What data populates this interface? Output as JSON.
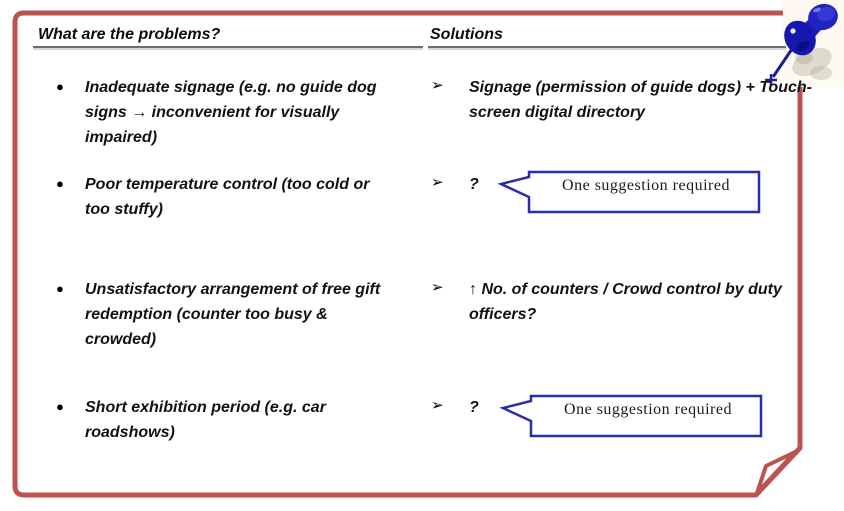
{
  "slide": {
    "headers": {
      "problems": "What are the problems?",
      "solutions": "Solutions"
    },
    "markers": {
      "bullet": "●",
      "chevron": "➢"
    },
    "rows": [
      {
        "problem": "Inadequate signage (e.g. no guide dog signs  →  inconvenient for visually impaired)",
        "solution": "Signage (permission of guide dogs) + Touch-screen digital directory"
      },
      {
        "problem": "Poor temperature control (too cold or too stuffy)",
        "solution": "?"
      },
      {
        "problem": "Unsatisfactory arrangement of free gift redemption (counter too busy & crowded)",
        "solution": "↑ No. of counters / Crowd control by duty officers?"
      },
      {
        "problem": "Short exhibition period (e.g. car roadshows)",
        "solution": "?"
      }
    ],
    "callouts": [
      {
        "text": "One suggestion required"
      },
      {
        "text": "One suggestion required"
      }
    ],
    "icons": {
      "pushpin": "blue-pushpin-icon"
    },
    "colors": {
      "frame_red": "#bd5350",
      "callout_blue": "#2b2bad",
      "header_rule_gray": "#6f6f6f",
      "text": "#121212",
      "pin_blue": "#1c1eb8"
    }
  }
}
